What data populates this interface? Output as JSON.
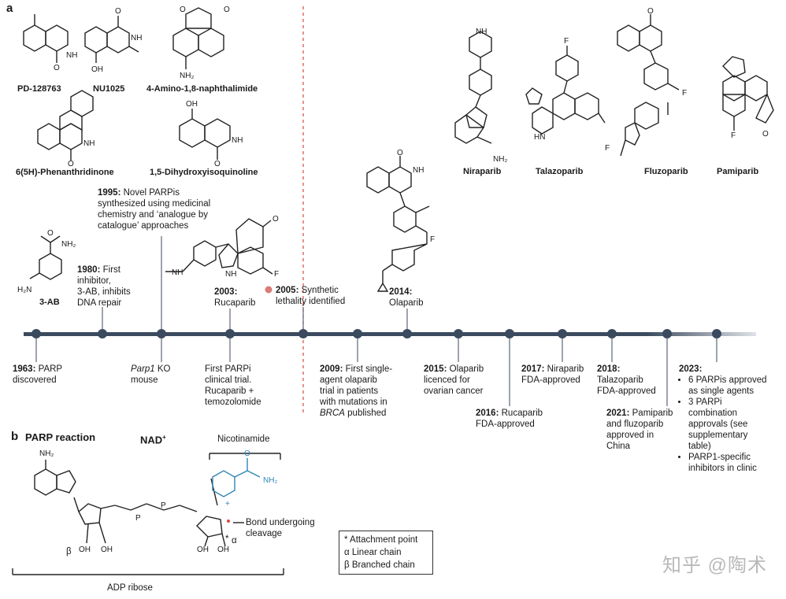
{
  "panels": {
    "a": "a",
    "b": "b"
  },
  "top_compounds": [
    "PD-128763",
    "NU1025",
    "4-Amino-1,8-naphthalimide",
    "6(5H)-Phenanthridinone",
    "1,5-Dihydroxyisoquinoline"
  ],
  "drugs": [
    "Niraparib",
    "Talazoparib",
    "Fluzoparib",
    "Pamiparib"
  ],
  "compound_3ab": "3-AB",
  "atoms": {
    "nh2": "NH₂",
    "nh": "NH",
    "h2n": "H₂N",
    "oh": "OH",
    "o": "O",
    "n": "N",
    "f": "F",
    "hn": "HN"
  },
  "events_above": [
    {
      "year": "1980:",
      "text_lines": [
        "First",
        "inhibitor,",
        "3-AB, inhibits",
        "DNA repair"
      ]
    },
    {
      "year": "1995:",
      "text_lines": [
        "Novel PARPis",
        "synthesized using medicinal",
        "chemistry and ‘analogue by",
        "catalogue’ approaches"
      ]
    },
    {
      "year": "2003:",
      "text_lines": [
        "Rucaparib"
      ]
    },
    {
      "year": "2005:",
      "text_lines": [
        "Synthetic",
        "lethality identified"
      ]
    },
    {
      "year": "2014:",
      "text_lines": [
        "Olaparib"
      ]
    }
  ],
  "events_below": [
    {
      "year": "1963:",
      "text_lines": [
        "PARP",
        "discovered"
      ]
    },
    {
      "year": "",
      "italic": "Parp1",
      "text_lines": [
        "KO",
        "mouse"
      ]
    },
    {
      "year": "",
      "text_lines": [
        "First PARPi",
        "clinical trial.",
        "Rucaparib +",
        "temozolomide"
      ]
    },
    {
      "year": "2009:",
      "text_lines": [
        "First single-",
        "agent olaparib",
        "trial in patients",
        "with mutations in",
        "published"
      ],
      "italic_word": "BRCA"
    },
    {
      "year": "2015:",
      "text_lines": [
        "Olaparib",
        "licenced for",
        "ovarian cancer"
      ]
    },
    {
      "year": "2016:",
      "text_lines": [
        "Rucaparib",
        "FDA-approved"
      ]
    },
    {
      "year": "2017:",
      "text_lines": [
        "Niraparib",
        "FDA-approved"
      ]
    },
    {
      "year": "2018:",
      "text_lines": [
        "Talazoparib",
        "FDA-approved"
      ]
    },
    {
      "year": "2021:",
      "text_lines": [
        "Pamiparib",
        "and fluzoparib",
        "approved in",
        "China"
      ]
    },
    {
      "year": "2023:",
      "bullets": [
        [
          "6 PARPis approved",
          "as single agents"
        ],
        [
          "3 PARPi",
          "combination",
          "approvals (see",
          "supplementary",
          "table)"
        ],
        [
          "PARP1-specific",
          "inhibitors in clinic"
        ]
      ]
    }
  ],
  "reaction": {
    "title": "PARP reaction",
    "nad": "NAD",
    "nad_sup": "+",
    "nicotinamide": "Nicotinamide",
    "bond_lines": [
      "Bond undergoing",
      "cleavage"
    ],
    "adp": "ADP ribose",
    "alpha": "α",
    "beta": "β",
    "star": "*",
    "p": "P",
    "n_plus": "+"
  },
  "legend": {
    "items": [
      {
        "sym": "*",
        "text": "Attachment point"
      },
      {
        "sym": "α",
        "text": "Linear chain"
      },
      {
        "sym": "β",
        "text": "Branched chain"
      }
    ]
  },
  "watermark": "知乎 @陶术",
  "colors": {
    "timeline": "#3b4a5e",
    "dot": "#d97b78",
    "dash": "#d94b3f",
    "nicotinamide": "#2f86b3"
  }
}
